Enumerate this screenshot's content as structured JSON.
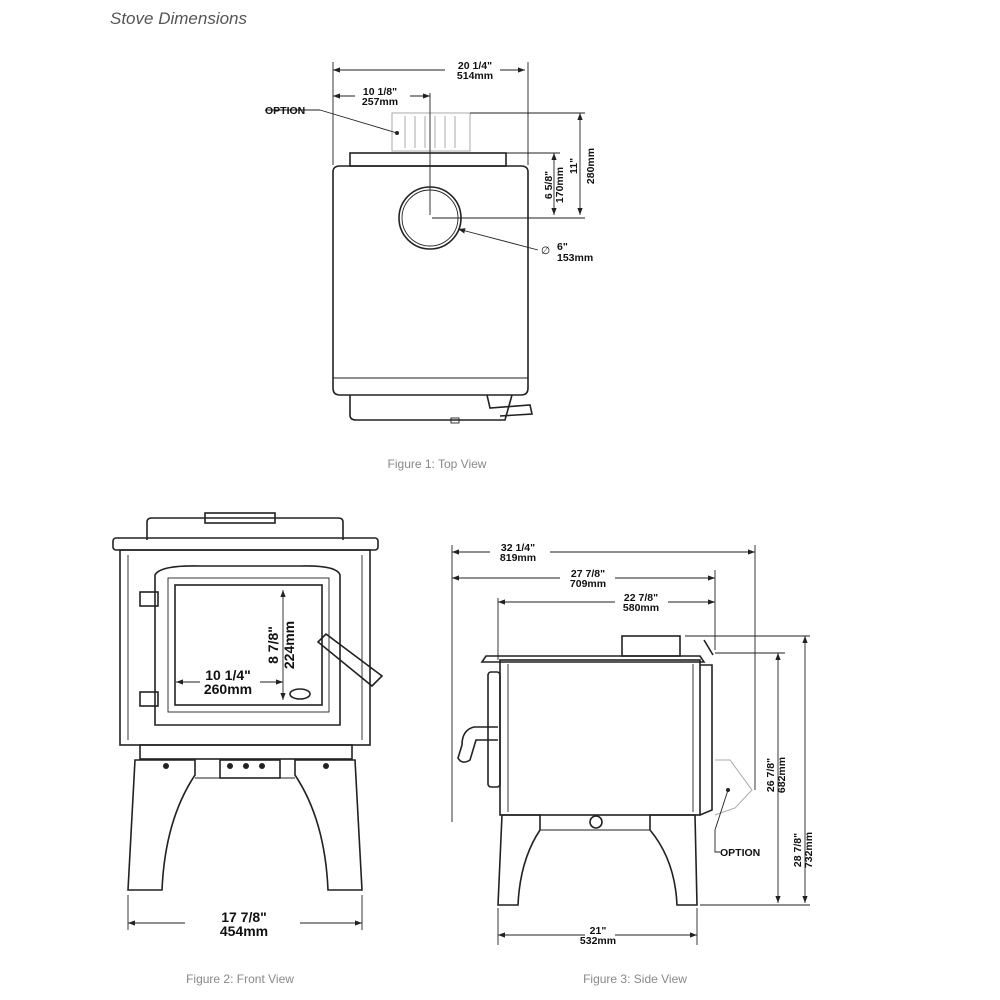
{
  "title": "Stove Dimensions",
  "figures": {
    "top": {
      "caption": "Figure 1: Top View",
      "width_in": "20  1/4\"",
      "width_mm": "514mm",
      "flue_offset_in": "10  1/8\"",
      "flue_offset_mm": "257mm",
      "option_label": "OPTION",
      "depth_in": "11\"",
      "depth_mm": "280mm",
      "flue_depth_in": "6  5/8\"",
      "flue_depth_mm": "170mm",
      "diameter_symbol": "∅",
      "diameter_in": "6\"",
      "diameter_mm": "153mm"
    },
    "front": {
      "caption": "Figure 2: Front View",
      "glass_height_in": "8  7/8\"",
      "glass_height_mm": "224mm",
      "glass_width_in": "10  1/4\"",
      "glass_width_mm": "260mm",
      "width_in": "17  7/8\"",
      "width_mm": "454mm"
    },
    "side": {
      "caption": "Figure 3: Side View",
      "overall_in": "32  1/4\"",
      "overall_mm": "819mm",
      "depth1_in": "27  7/8\"",
      "depth1_mm": "709mm",
      "depth2_in": "22  7/8\"",
      "depth2_mm": "580mm",
      "legs_in": "21\"",
      "legs_mm": "532mm",
      "height1_in": "26  7/8\"",
      "height1_mm": "682mm",
      "height2_in": "28  7/8\"",
      "height2_mm": "732mm",
      "option_label": "OPTION"
    }
  }
}
